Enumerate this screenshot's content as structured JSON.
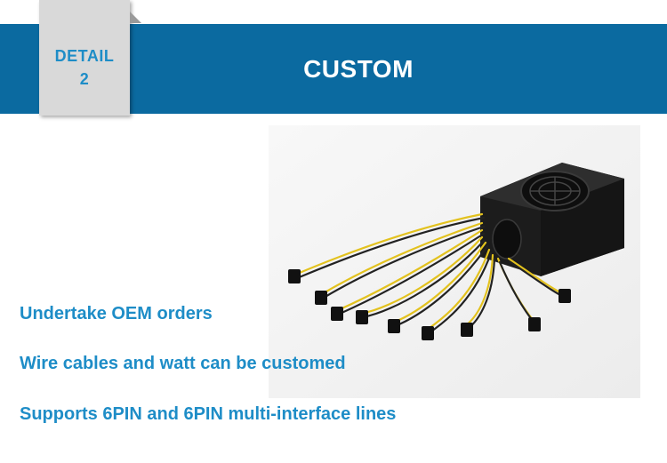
{
  "header": {
    "title": "CUSTOM",
    "tab_line1": "DETAIL",
    "tab_line2": "2"
  },
  "features": [
    "Undertake OEM orders",
    "Wire cables and watt can be customed",
    "Supports 6PIN and 6PIN multi-interface lines"
  ],
  "colors": {
    "banner": "#0b6aa0",
    "accent_text": "#1e8dc7",
    "tab": "#d9d9d9"
  }
}
